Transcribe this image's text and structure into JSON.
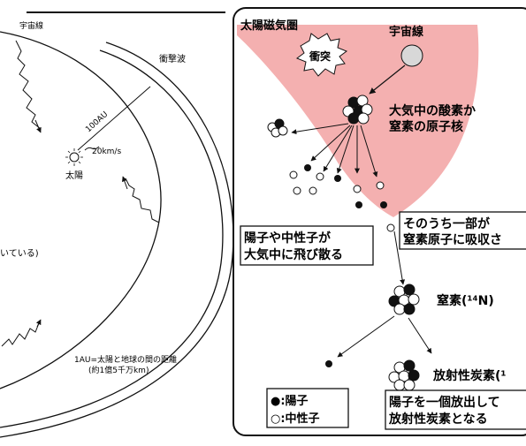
{
  "left_panel": {
    "cosmic_ray_label": "宇宙線",
    "shock_wave_label": "衝撃波",
    "distance_label": "100AU",
    "speed_label": "20km/s",
    "sun_label": "太陽",
    "partial_label": "いている)",
    "au_definition_line1": "1AU=太陽と地球の間の距離",
    "au_definition_line2": "(約1億5千万km)"
  },
  "right_panel": {
    "heliosphere_label": "太陽磁気圏",
    "cosmic_ray_label": "宇宙線",
    "collision_label": "衝突",
    "nucleus_line1": "大気中の酸素か",
    "nucleus_line2": "窒素の原子核",
    "scatter_line1": "陽子や中性子が",
    "scatter_line2": "大気中に飛び散る",
    "absorb_line1": "そのうち一部が",
    "absorb_line2": "窒素原子に吸収さ",
    "nitrogen_label": "窒素(¹⁴N)",
    "radiocarbon_label": "放射性炭素(¹",
    "emit_line1": "陽子を一個放出して",
    "emit_line2": "放射性炭素となる",
    "legend_proton": "●:陽子",
    "legend_neutron": "○:中性子"
  },
  "colors": {
    "heliosphere_fill": "#f4b0b0",
    "line": "#111111"
  }
}
